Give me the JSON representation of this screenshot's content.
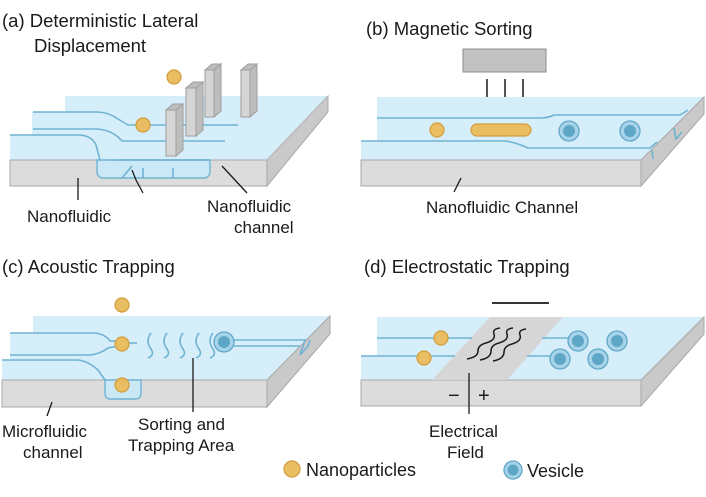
{
  "panels": {
    "a": {
      "title_line1": "(a) Deterministic Lateral",
      "title_line2": "Displacement",
      "label_left": "Nanofluidic",
      "label_right_line1": "Nanofluidic",
      "label_right_line2": "channel"
    },
    "b": {
      "title": "(b) Magnetic Sorting",
      "label": "Nanofluidic Channel"
    },
    "c": {
      "title": "(c) Acoustic Trapping",
      "label_left_line1": "Microfluidic",
      "label_left_line2": "channel",
      "label_right_line1": "Sorting and",
      "label_right_line2": "Trapping Area"
    },
    "d": {
      "title": "(d) Electrostatic Trapping",
      "minus": "−",
      "plus": "+",
      "label_line1": "Electrical",
      "label_line2": "Field"
    }
  },
  "legend": {
    "nanoparticles": "Nanoparticles",
    "vesicle": "Vesicle"
  },
  "colors": {
    "nanoparticle": "#e9bd62",
    "vesicle": "#5ea6c6",
    "chip_top": "#d6eef9",
    "chip_body": "#dcdcdc",
    "channel_line": "#6fb3d2"
  }
}
